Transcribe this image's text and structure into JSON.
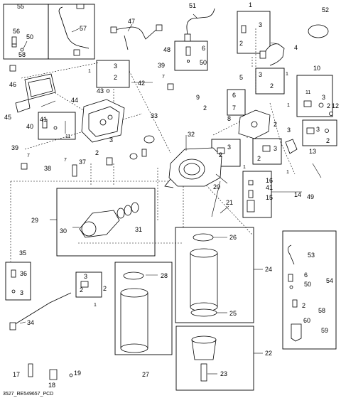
{
  "callouts": {
    "c55": "55",
    "c56": "56",
    "c50": "50",
    "c58": "58",
    "c57": "57",
    "c47": "47",
    "c51": "51",
    "c1": "1",
    "c3": "3",
    "c2": "2",
    "c4": "4",
    "c52": "52",
    "c48": "48",
    "c6": "6",
    "c46": "46",
    "c45": "45",
    "c44": "44",
    "c40": "40",
    "c41": "41",
    "c11": "11",
    "c42": "42",
    "c43": "43",
    "c39": "39",
    "c7": "7",
    "c33": "33",
    "c9": "9",
    "c5": "5",
    "c10": "10",
    "c12": "12",
    "c8": "8",
    "c32": "32",
    "c13": "13",
    "c38": "38",
    "c37": "37",
    "c20": "20",
    "c16": "16",
    "c15": "15",
    "c14": "14",
    "c49": "49",
    "c21": "21",
    "c29": "29",
    "c30": "30",
    "c31": "31",
    "c26": "26",
    "c35": "35",
    "c36": "36",
    "c24": "24",
    "c53": "53",
    "c54": "54",
    "c28": "28",
    "c25": "25",
    "c34": "34",
    "c17": "17",
    "c18": "18",
    "c19": "19",
    "c27": "27",
    "c22": "22",
    "c23": "23",
    "c59": "59",
    "c60": "60"
  },
  "footer": {
    "drawing_id": "3527_RE549657_PCD"
  }
}
